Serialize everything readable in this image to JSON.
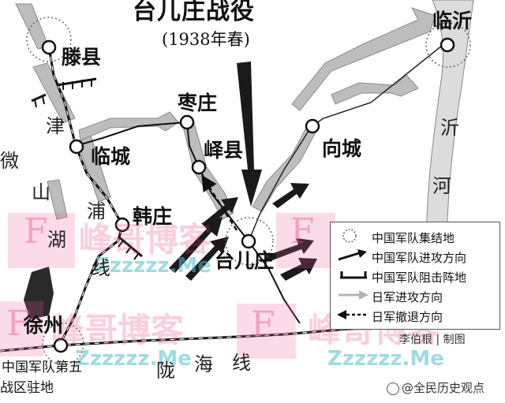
{
  "title": "台儿庄战役",
  "subtitle": "(1938年春)",
  "places": {
    "tengxian": "滕县",
    "zaozhuang": "枣庄",
    "yixian": "峄县",
    "lincheng": "临城",
    "xiangcheng": "向城",
    "hanzhuang": "韩庄",
    "taierzhuang": "台儿庄",
    "xuzhou": "徐州",
    "linyi": "临沂"
  },
  "water": {
    "weishan_1": "微",
    "weishan_2": "山",
    "weishan_3": "湖",
    "yi_1": "沂",
    "yi_2": "河"
  },
  "railways": {
    "jinpu_1": "津",
    "jinpu_2": "浦",
    "jinpu_3": "线",
    "longhai_1": "陇",
    "longhai_2": "海",
    "longhai_3": "线"
  },
  "hq_label_1": "中国军队第五",
  "hq_label_2": "战区驻地",
  "legend": [
    {
      "icon": "assembly-circle-icon",
      "label": "中国军队集结地"
    },
    {
      "icon": "chinese-attack-arrow-icon",
      "label": "中国军队进攻方向"
    },
    {
      "icon": "blocking-position-icon",
      "label": "中国军队阻击阵地"
    },
    {
      "icon": "japanese-attack-arrow-icon",
      "label": "日军进攻方向"
    },
    {
      "icon": "japanese-retreat-arrow-icon",
      "label": "日军撤退方向"
    }
  ],
  "credit": "李伯根 | 制图",
  "watermarks": {
    "big": "峰哥博客",
    "small": "Zzzzzz.Me",
    "letter": "F"
  },
  "footer_mark": "@全民历史观点",
  "colors": {
    "chinese_arrow": "#1a1a1a",
    "japanese_arrow": "#b4b4b4",
    "line": "#111111"
  }
}
